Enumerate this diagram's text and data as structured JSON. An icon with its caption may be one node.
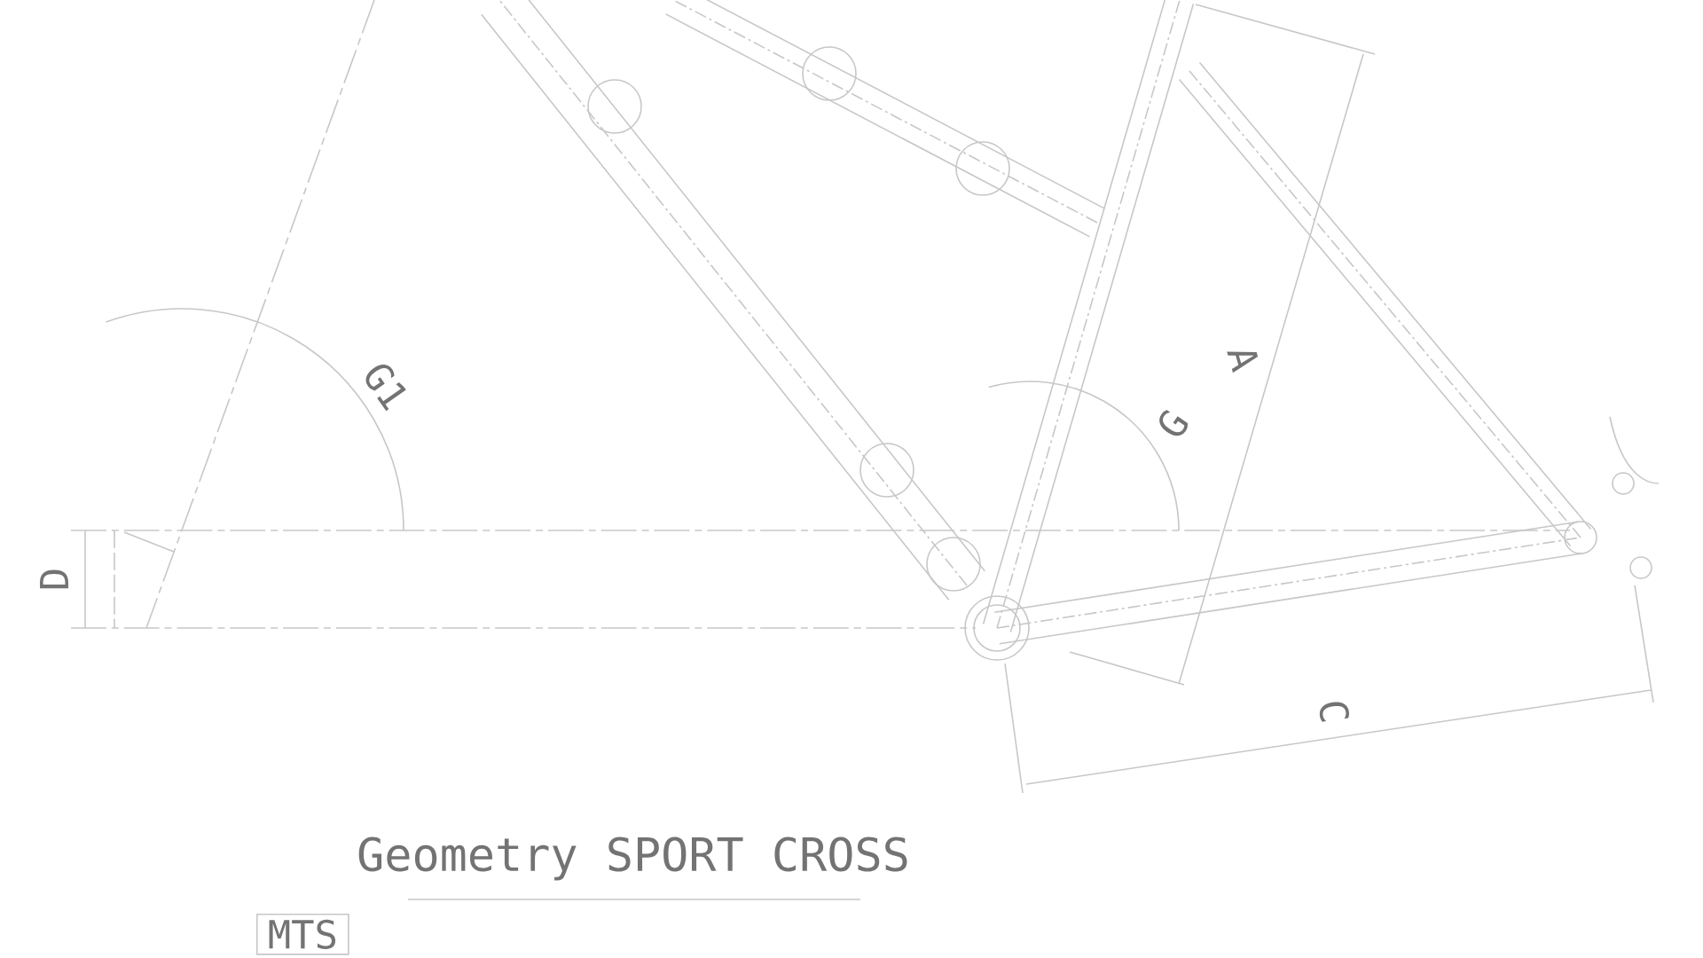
{
  "diagram": {
    "title": "Geometry SPORT CROSS",
    "labels": [
      "G1",
      "G",
      "A",
      "D",
      "C",
      "MTS"
    ]
  }
}
